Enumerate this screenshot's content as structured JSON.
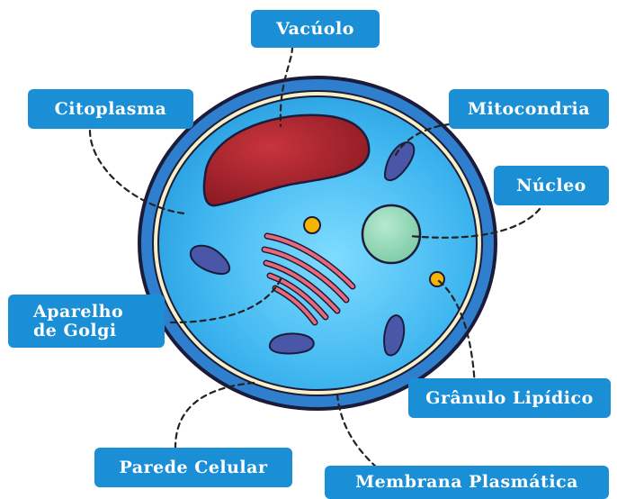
{
  "labels": {
    "vacuolo": "Vacúolo",
    "citoplasma": "Citoplasma",
    "mitocondria": "Mitocondria",
    "nucleo": "Núcleo",
    "golgi_line1": "Aparelho",
    "golgi_line2": "de Golgi",
    "granulo": "Grânulo Lipídico",
    "parede": "Parede Celular",
    "membrana": "Membrana Plasmática"
  },
  "colors": {
    "label_bg": "#1a8fd6",
    "label_text": "#ffffff",
    "cell_wall": "#2f7fcf",
    "membrane": "#f6f0c9",
    "cytoplasm": "#3fb6f0",
    "vacuole": "#a8232c",
    "nucleus": "#8fd6b6",
    "mitochondria": "#4a57a8",
    "golgi": "#e86a78",
    "lipid_granule": "#f4b400",
    "leader_line": "#222222"
  }
}
